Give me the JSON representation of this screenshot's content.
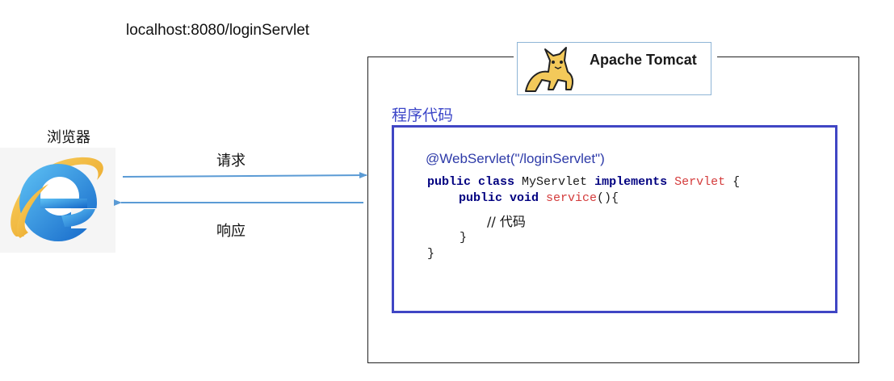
{
  "url": "localhost:8080/loginServlet",
  "browser": {
    "label": "浏览器",
    "icon": "internet-explorer-icon"
  },
  "flow": {
    "request_label": "请求",
    "response_label": "响应",
    "arrow_color": "#5b9bd5"
  },
  "server": {
    "logo_text": "Apache Tomcat",
    "logo_icon": "tomcat-cat-icon"
  },
  "code": {
    "title": "程序代码",
    "annotation": "@WebServlet(\"/loginServlet\")",
    "line1_kw1": "public class",
    "line1_name": " MyServlet ",
    "line1_kw2": "implements",
    "line1_iface": " Servlet",
    "line1_brace": " {",
    "line2_kw": "public void",
    "line2_method": " service",
    "line2_rest": "(){",
    "comment": "// 代码",
    "close_inner": "}",
    "close_outer": "}",
    "accent_color": "#4046c4"
  }
}
